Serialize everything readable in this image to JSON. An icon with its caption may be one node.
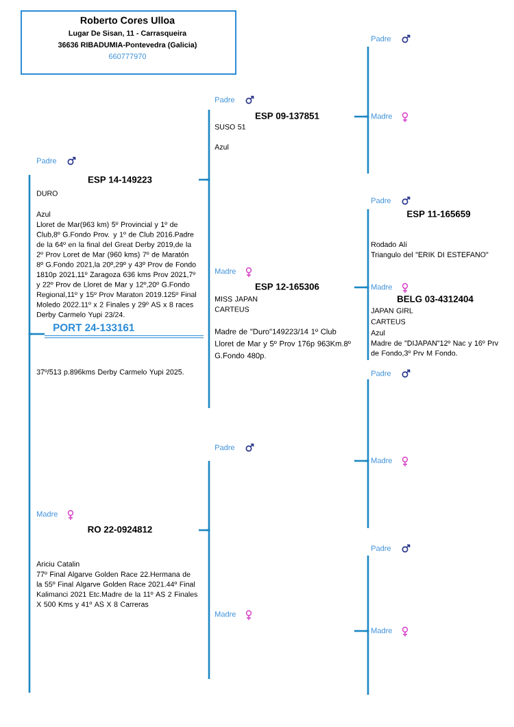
{
  "diagram": {
    "nodes": [
      {
        "text": [
          "Roberto Cores Ulloa",
          "Lugar De Sisan, 11 - Carrasqueira",
          "36636 RIBADUMIA-Pontevedra (Galicia)",
          "660777970"
        ]
      },
      {
        "text": [
          "PORT 24-133161",
          "37º/513 p.896kms Derby Carmelo Yupi 2025."
        ]
      },
      {
        "text": [
          "Padre",
          "ESP 14-149223",
          "DURO",
          "Azul",
          "Lloret de Mar(963 km) 5º Provincial y 1º de Club,8º G.Fondo Prov. y 1º de Club 2016.Padre de la 64º en la final del Great Derby 2019,de la 2º Prov Loret de Mar (960 kms) 7º de Maratón 8º G.Fondo 2021,la 20º,29º y 43º Prov de Fondo 1810p 2021,11º Zaragoza 636 kms Prov 2021,7º y 22º Prov de Lloret de Mar y 12º,20º G.Fondo Regional,11º y 15º Prov Maraton 2019.125º Final Moledo 2022.11º x 2 Finales y 29º AS x 8 races Derby Carmelo Yupi 23/24."
        ]
      },
      {
        "text": [
          "Madre",
          "RO 22-0924812",
          "Ariciu Catalin",
          "77º Final Algarve Golden Race 22.Hermana de la 55º Final Algarve Golden Race 2021.44º Final Kalimanci 2021 Etc.Madre de la 11º AS 2 Finales X 500 Kms y 41º AS X 8 Carreras"
        ]
      },
      {
        "text": [
          "Padre",
          "ESP 09-137851",
          "SUSO 51",
          "Azul"
        ]
      },
      {
        "text": [
          "Madre",
          "ESP 12-165306",
          "MISS JAPAN",
          "CARTEUS",
          "Madre de \"Duro\"149223/14 1º Club Lloret de Mar  y 5º Prov 176p 963Km.8º G.Fondo 480p."
        ]
      },
      {
        "text": [
          "Padre"
        ]
      },
      {
        "text": [
          "Madre"
        ]
      },
      {
        "text": [
          "Padre"
        ]
      },
      {
        "text": [
          "Madre"
        ]
      },
      {
        "text": [
          "Padre",
          "ESP 11-165659",
          "Rodado Alí",
          "Triangulo del \"ERIK DI ESTEFANO\""
        ]
      },
      {
        "text": [
          "Madre",
          "BELG 03-4312404",
          "JAPAN GIRL",
          "CARTEUS",
          "Azul",
          "Madre de \"DIJAPAN\"12º Nac y 16º Prv de Fondo,3º Prv M Fondo."
        ]
      },
      {
        "text": [
          "Padre"
        ]
      },
      {
        "text": [
          "Madre"
        ]
      },
      {
        "text": [
          "Padre"
        ]
      },
      {
        "text": [
          "Madre"
        ]
      }
    ],
    "edges": [
      {
        "from": 1,
        "to": 2,
        "arrow": "none"
      },
      {
        "from": 1,
        "to": 3,
        "arrow": "none"
      },
      {
        "from": 2,
        "to": 4,
        "arrow": "none"
      },
      {
        "from": 2,
        "to": 5,
        "arrow": "none"
      },
      {
        "from": 3,
        "to": 6,
        "arrow": "none"
      },
      {
        "from": 3,
        "to": 7,
        "arrow": "none"
      },
      {
        "from": 4,
        "to": 8,
        "arrow": "none"
      },
      {
        "from": 4,
        "to": 9,
        "arrow": "none"
      },
      {
        "from": 5,
        "to": 10,
        "arrow": "none"
      },
      {
        "from": 5,
        "to": 11,
        "arrow": "none"
      },
      {
        "from": 6,
        "to": 12,
        "arrow": "none"
      },
      {
        "from": 6,
        "to": 13,
        "arrow": "none"
      },
      {
        "from": 7,
        "to": 14,
        "arrow": "none"
      },
      {
        "from": 7,
        "to": 15,
        "arrow": "none"
      }
    ]
  }
}
